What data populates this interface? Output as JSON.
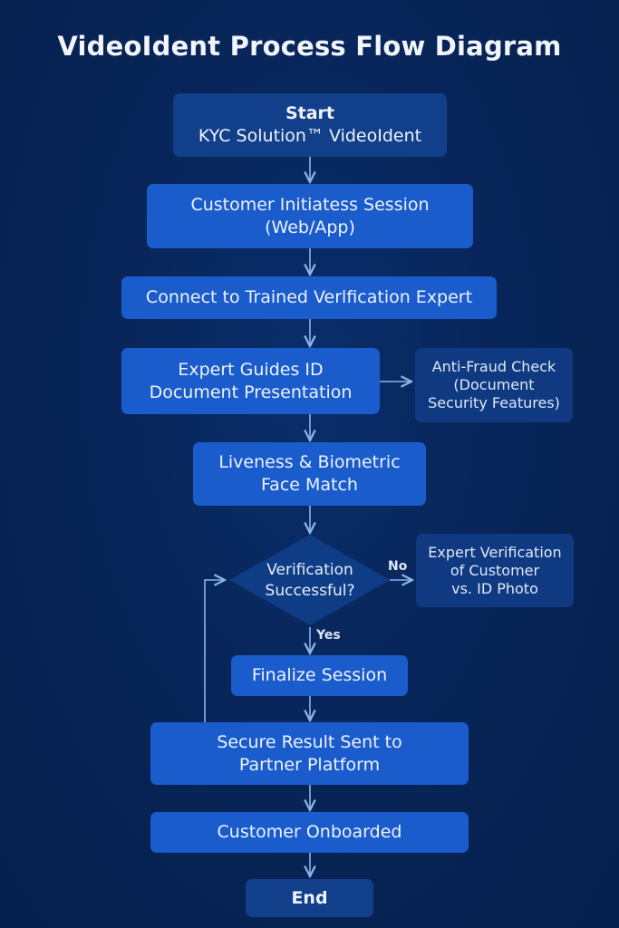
{
  "title": "VideoIdent Process Flow Diagram",
  "colors": {
    "background": "#072456",
    "primary_node": "#1a5ccc",
    "terminal_node": "#113f8a",
    "side_node": "#0f3a82",
    "connector": "#8ab4e8"
  },
  "nodes": {
    "start": {
      "line1": "Start",
      "line2": "KYC Solution™ VideoIdent"
    },
    "initiate": {
      "line1": "Customer Initiatess Session",
      "line2": "(Web/App)"
    },
    "connect": {
      "line1": "Connect to Trained Verlfication Expert"
    },
    "guides": {
      "line1": "Expert Guides ID",
      "line2": "Document Presentation"
    },
    "antifraud": {
      "line1": "Anti-Fraud Check",
      "line2": "(Document",
      "line3": "Security Features)"
    },
    "liveness": {
      "line1": "Liveness & Biometric",
      "line2": "Face Match"
    },
    "decision": {
      "line1": "Verification",
      "line2": "Successful?"
    },
    "expert_verification": {
      "line1": "Expert Verification",
      "line2": "of Customer",
      "line3": "vs. ID Photo"
    },
    "finalize": {
      "line1": "Finalize Session"
    },
    "secure_result": {
      "line1": "Secure Result Sent to",
      "line2": "Partner Platform"
    },
    "onboarded": {
      "line1": "Customer Onboarded"
    },
    "end": {
      "line1": "End"
    }
  },
  "edge_labels": {
    "no": "No",
    "yes": "Yes"
  }
}
